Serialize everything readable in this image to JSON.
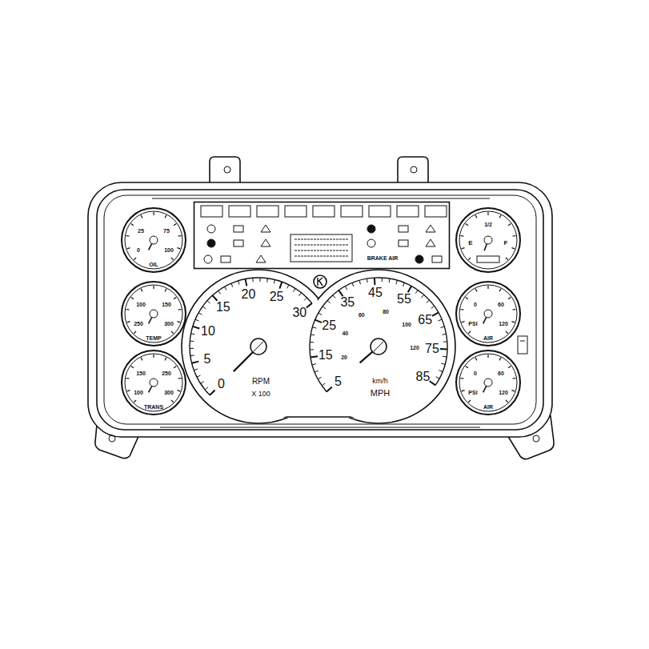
{
  "diagram": {
    "nodes": [
      {
        "text": [
          "25",
          "75",
          "0",
          "100",
          "OIL"
        ]
      },
      {
        "text": [
          "BRAKE AIR"
        ]
      },
      {
        "text": [
          "E",
          "1/2",
          "F"
        ]
      },
      {
        "text": [
          "100",
          "150",
          "250",
          "300",
          "TEMP"
        ]
      },
      {
        "text": [
          "0",
          "5",
          "10",
          "15",
          "20",
          "25",
          "30",
          "RPM",
          "X 100"
        ]
      },
      {
        "text": [
          "5",
          "15",
          "25",
          "35",
          "45",
          "55",
          "65",
          "75",
          "85",
          "20",
          "40",
          "60",
          "80",
          "100",
          "120",
          "km/h",
          "MPH"
        ]
      },
      {
        "text": [
          "0",
          "60",
          "PSI",
          "120",
          "AIR"
        ]
      },
      {
        "text": [
          "150",
          "250",
          "100",
          "300",
          "TRANS"
        ]
      },
      {
        "text": [
          "0",
          "60",
          "PSI",
          "120",
          "AIR"
        ]
      }
    ]
  }
}
